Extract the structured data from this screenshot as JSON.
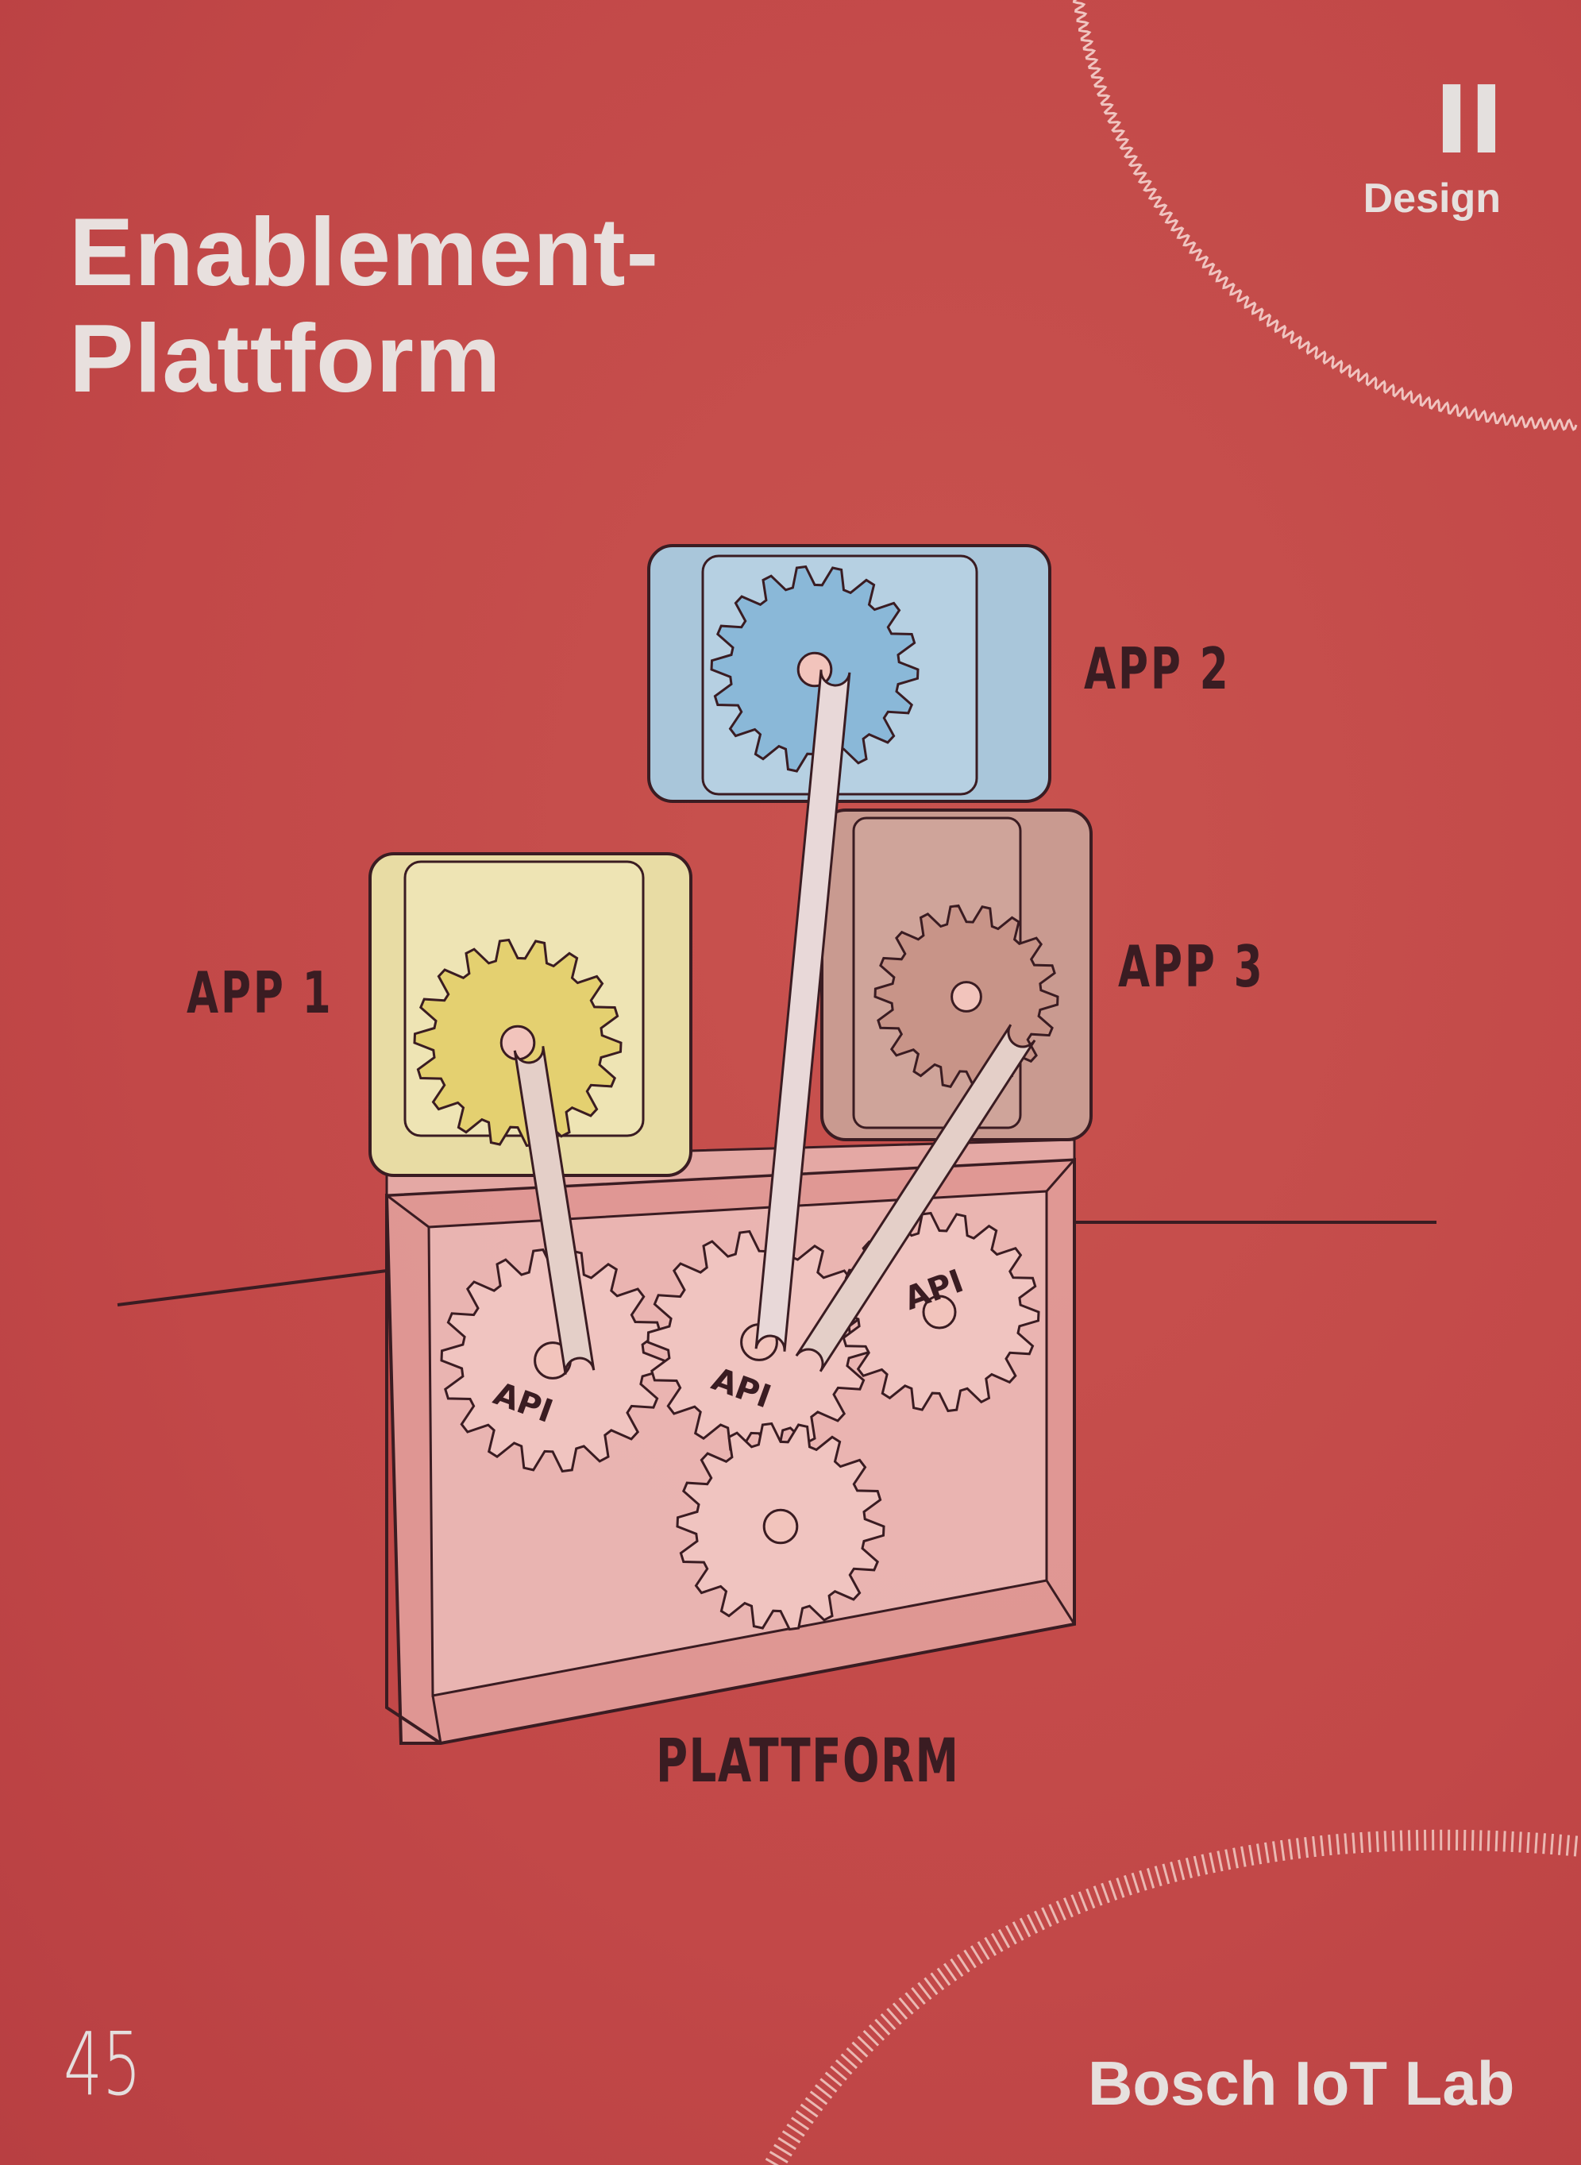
{
  "card": {
    "title_line1": "Enablement-",
    "title_line2": "Plattform",
    "section_number": "II",
    "section_name": "Design",
    "page_number": "45",
    "brand": "Bosch IoT Lab"
  },
  "illustration": {
    "apps": [
      {
        "label": "APP 1",
        "color": "#e8dca4"
      },
      {
        "label": "APP 2",
        "color": "#a9c6da"
      },
      {
        "label": "APP 3",
        "color": "#c99a90"
      }
    ],
    "platform_label": "PLATTFORM",
    "api_labels": [
      "API",
      "API",
      "API"
    ],
    "platform_color": "#eab6b2"
  },
  "colors": {
    "background": "#c24848",
    "text": "#e6e0de",
    "ink": "#3a1c22"
  }
}
